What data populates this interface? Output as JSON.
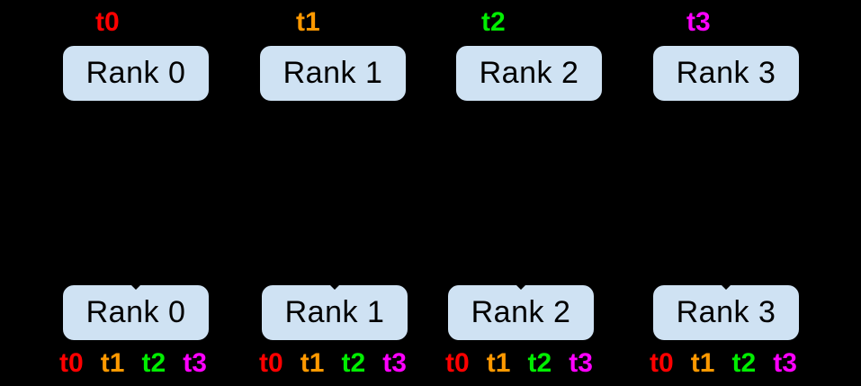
{
  "diagram": {
    "background": "#000000",
    "box_fill": "#CFE2F3",
    "box_border": "#000000",
    "box_text_color": "#000000",
    "tensor_colors": {
      "t0": "#FF0000",
      "t1": "#FF9900",
      "t2": "#00EE00",
      "t3": "#FF00FF"
    },
    "top_row": {
      "ranks": [
        {
          "label": "Rank 0",
          "tensor": "t0"
        },
        {
          "label": "Rank 1",
          "tensor": "t1"
        },
        {
          "label": "Rank 2",
          "tensor": "t2"
        },
        {
          "label": "Rank 3",
          "tensor": "t3"
        }
      ]
    },
    "bottom_row": {
      "ranks": [
        {
          "label": "Rank 0",
          "tensors": [
            "t0",
            "t1",
            "t2",
            "t3"
          ]
        },
        {
          "label": "Rank 1",
          "tensors": [
            "t0",
            "t1",
            "t2",
            "t3"
          ]
        },
        {
          "label": "Rank 2",
          "tensors": [
            "t0",
            "t1",
            "t2",
            "t3"
          ]
        },
        {
          "label": "Rank 3",
          "tensors": [
            "t0",
            "t1",
            "t2",
            "t3"
          ]
        }
      ]
    }
  }
}
